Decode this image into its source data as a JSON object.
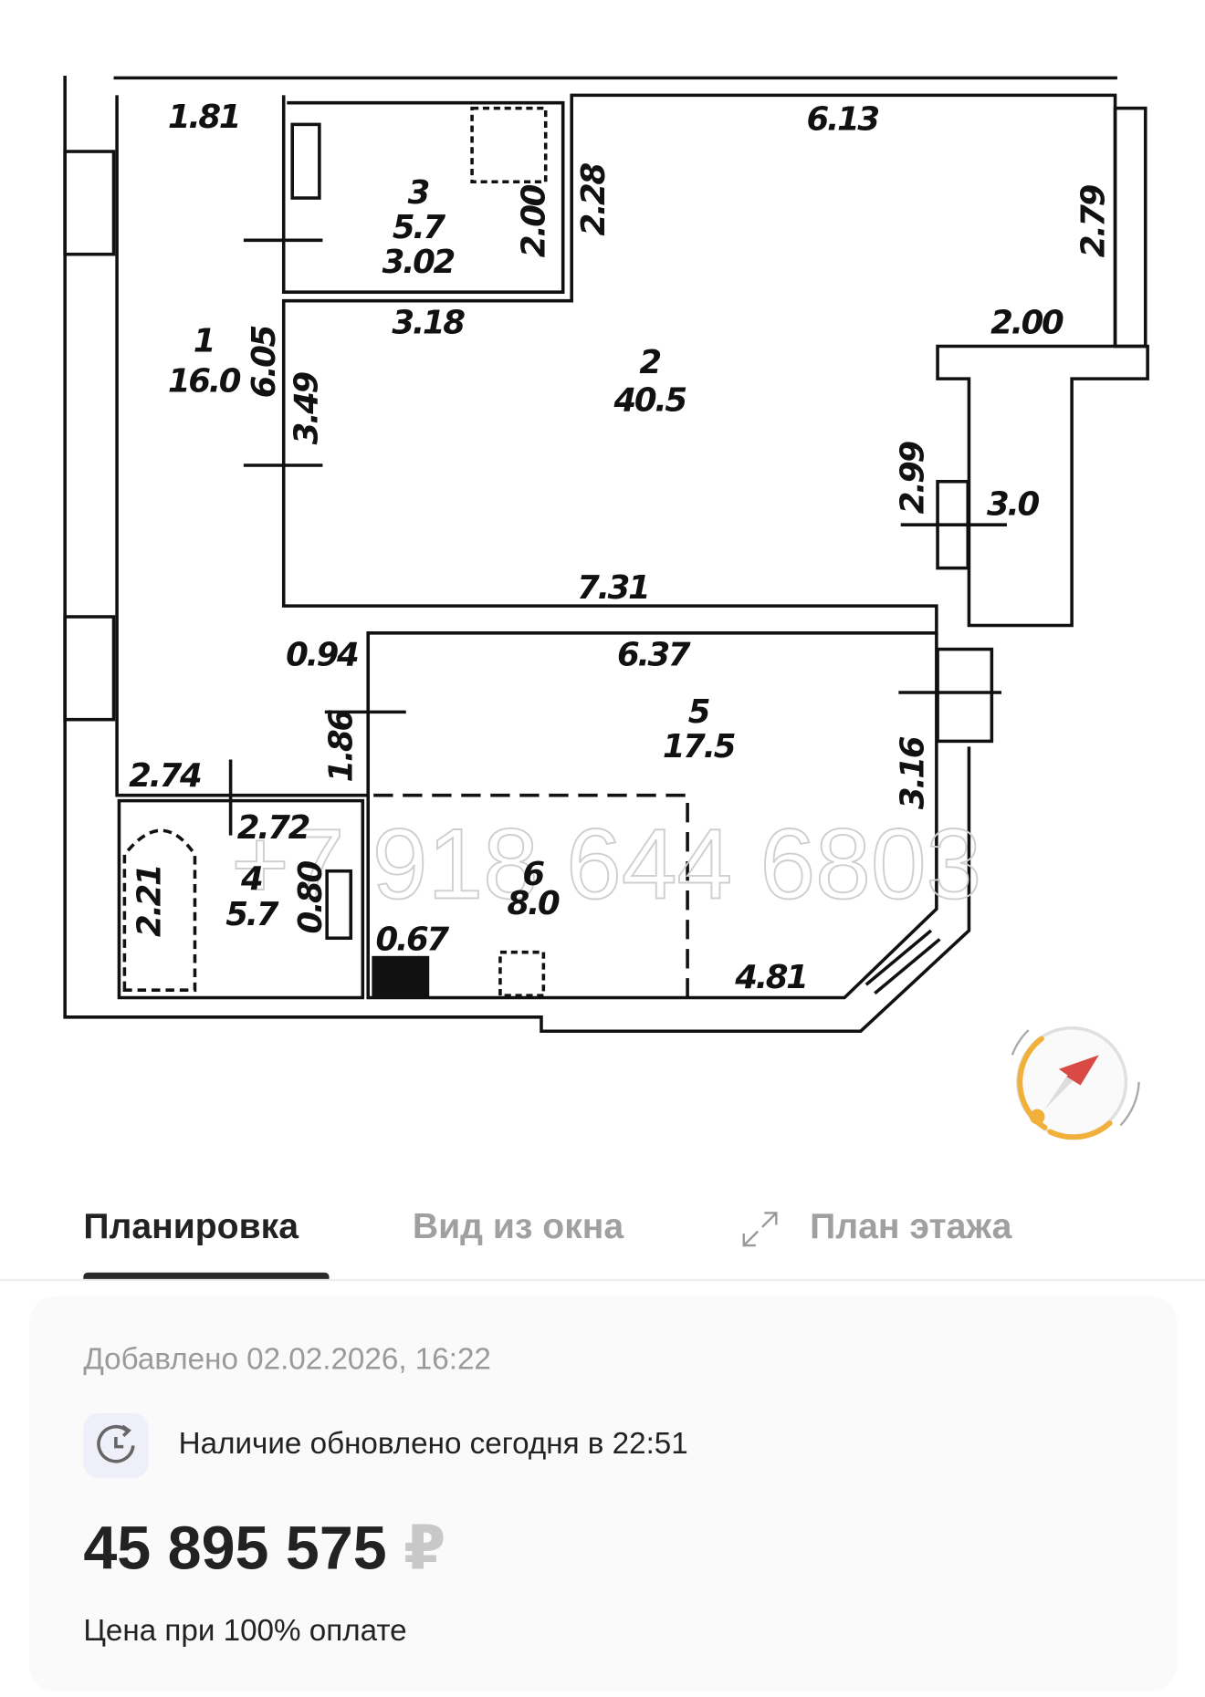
{
  "floor_plan": {
    "rooms": [
      {
        "number": "1",
        "area": "16.0"
      },
      {
        "number": "2",
        "area": "40.5"
      },
      {
        "number": "3",
        "area": "5.7"
      },
      {
        "number": "4",
        "area": "5.7"
      },
      {
        "number": "5",
        "area": "17.5"
      },
      {
        "number": "6",
        "area": "8.0"
      }
    ],
    "balcony_area": "3.0",
    "dimensions": [
      "1.81",
      "6.13",
      "3.02",
      "2.00",
      "2.28",
      "2.79",
      "3.18",
      "2.00",
      "6.05",
      "3.49",
      "2.99",
      "7.31",
      "0.94",
      "6.37",
      "1.86",
      "3.16",
      "2.74",
      "2.72",
      "2.21",
      "0.80",
      "0.67",
      "4.81"
    ],
    "watermark": "+7 918 644 6803"
  },
  "compass": {
    "icon": "compass-sun-icon",
    "colors": {
      "arrow": "#d94a45",
      "sun": "#f0b03a",
      "ring": "#dddddd"
    }
  },
  "tabs": [
    {
      "label": "Планировка",
      "active": true
    },
    {
      "label": "Вид из окна",
      "active": false
    },
    {
      "label": "План этажа",
      "active": false,
      "icon": "expand-icon"
    }
  ],
  "info": {
    "added": "Добавлено 02.02.2026, 16:22",
    "availability": "Наличие обновлено сегодня в 22:51",
    "price": "45 895 575",
    "currency": "₽",
    "price_note": "Цена при 100% оплате"
  }
}
